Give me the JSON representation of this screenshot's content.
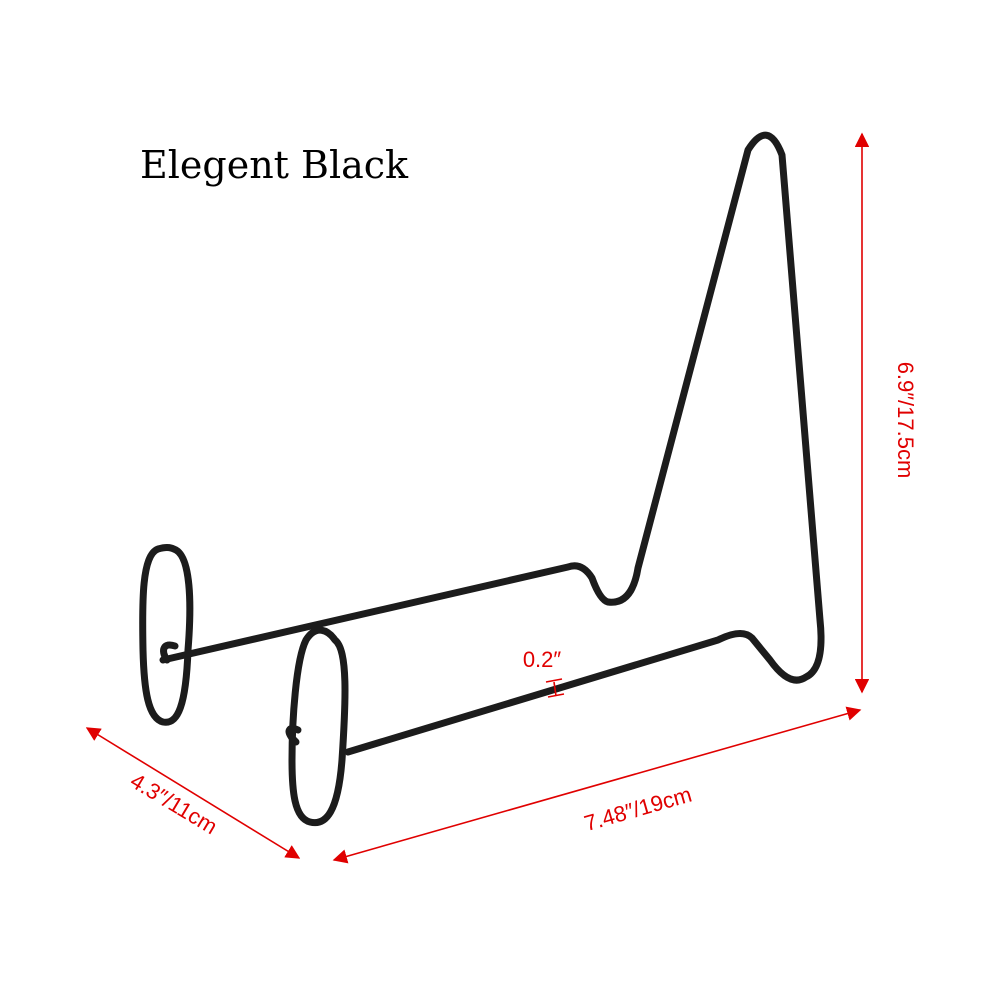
{
  "product": {
    "title": "Elegent Black",
    "frame_color": "#1c1c1c",
    "dimension_color": "#e00000"
  },
  "dimensions": {
    "height": "6.9″/17.5cm",
    "width": "7.48″/19cm",
    "depth": "4.3″/11cm",
    "wire": "0.2″"
  }
}
